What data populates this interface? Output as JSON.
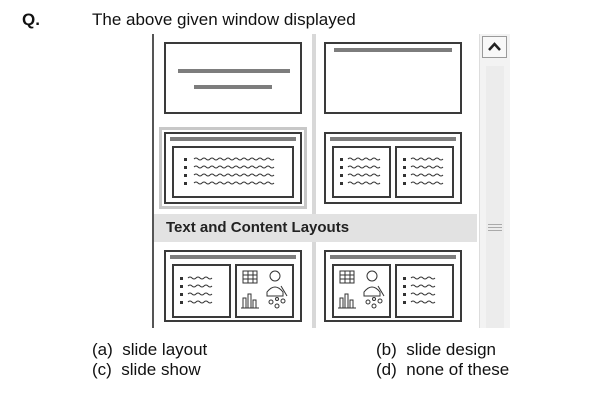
{
  "question": {
    "label": "Q.",
    "text": "The above given window displayed"
  },
  "layout_pane": {
    "section_header": "Text and Content Layouts",
    "scrollbar": {
      "up_icon": "chevron-up-icon",
      "grip_icon": "scroll-grip-icon"
    },
    "icons": {
      "bullet_text": "bulleted-text-icon",
      "content_placeholder": "content-placeholder-icon"
    }
  },
  "options": [
    {
      "key": "(a)",
      "text": "slide layout"
    },
    {
      "key": "(b)",
      "text": "slide design"
    },
    {
      "key": "(c)",
      "text": "slide show"
    },
    {
      "key": "(d)",
      "text": "none of these"
    }
  ]
}
